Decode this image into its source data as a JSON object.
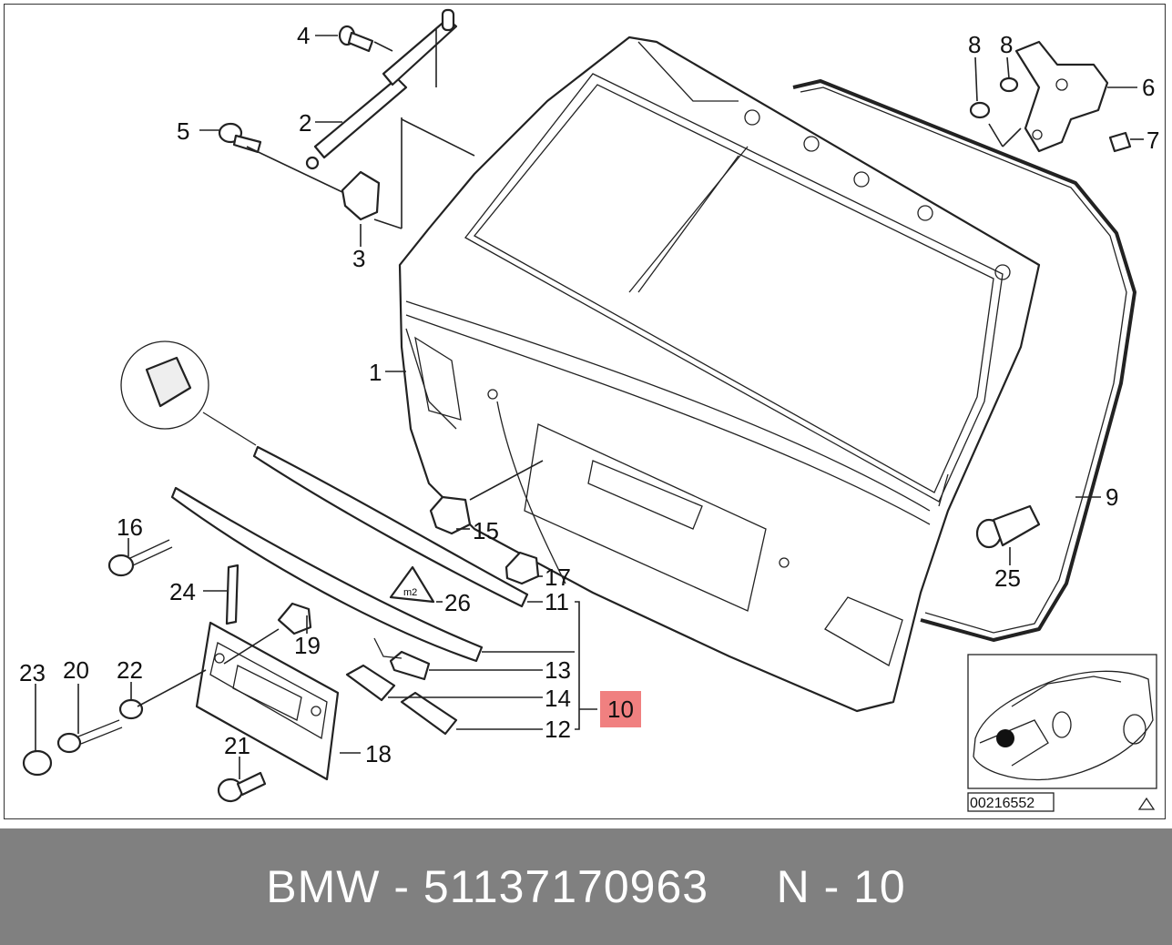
{
  "diagram": {
    "callouts": {
      "c1": "1",
      "c2": "2",
      "c3": "3",
      "c4": "4",
      "c5": "5",
      "c6": "6",
      "c7": "7",
      "c8a": "8",
      "c8b": "8",
      "c9": "9",
      "c10": "10",
      "c11": "11",
      "c12": "12",
      "c13": "13",
      "c14": "14",
      "c15": "15",
      "c16": "16",
      "c17": "17",
      "c18": "18",
      "c19": "19",
      "c20": "20",
      "c21": "21",
      "c22": "22",
      "c23": "23",
      "c24": "24",
      "c25": "25",
      "c26": "26"
    },
    "highlight_color": "#f08080",
    "image_number": "00216552",
    "sign_text": "m2"
  },
  "footer": {
    "brand": "BMW",
    "separator": " - ",
    "part_number": "51137170963",
    "gap": "     ",
    "position_label": "N - 10",
    "background": "#808080"
  }
}
